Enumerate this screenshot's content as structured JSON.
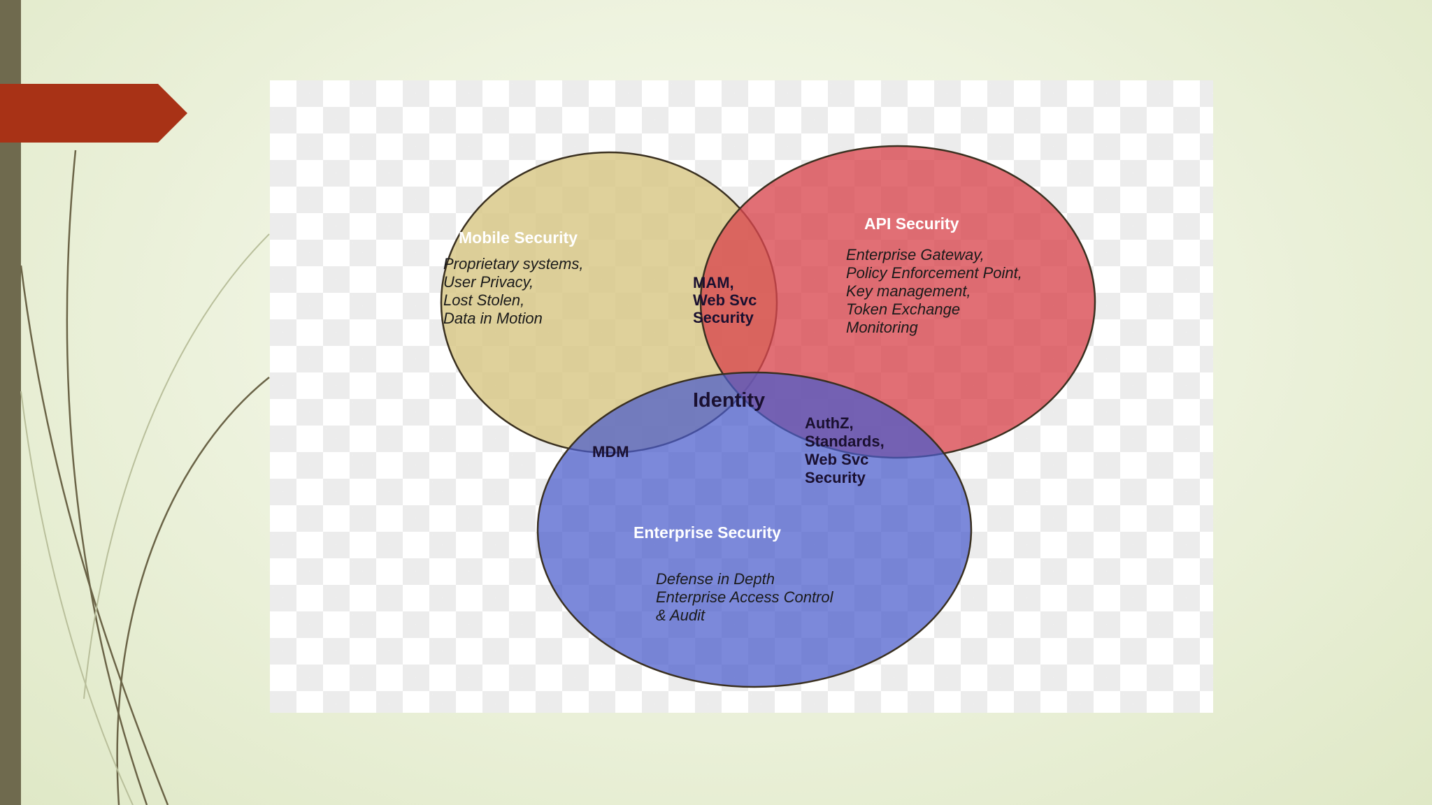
{
  "colors": {
    "background": "#eef3df",
    "left_bar": "#6f6a4e",
    "red_tab": "#a83216",
    "mobile_circle": "#d9c98a",
    "api_circle": "#d9464e",
    "enterprise_circle": "#4a5ccc",
    "outline": "#3a3020"
  },
  "diagram": {
    "mobile": {
      "title": "Mobile Security",
      "items": [
        "Proprietary systems,",
        "User Privacy,",
        "Lost Stolen,",
        "Data in Motion"
      ]
    },
    "api": {
      "title": "API Security",
      "items": [
        "Enterprise Gateway,",
        "Policy Enforcement Point,",
        "Key management,",
        "Token Exchange",
        "Monitoring"
      ]
    },
    "enterprise": {
      "title": "Enterprise Security",
      "items": [
        "Defense in Depth",
        "Enterprise Access Control",
        "& Audit"
      ]
    },
    "overlap_mobile_api": [
      "MAM,",
      "Web Svc",
      "Security"
    ],
    "overlap_mobile_enterprise": "MDM",
    "overlap_api_enterprise": [
      "AuthZ,",
      "Standards,",
      "Web Svc",
      "Security"
    ],
    "center": "Identity"
  }
}
